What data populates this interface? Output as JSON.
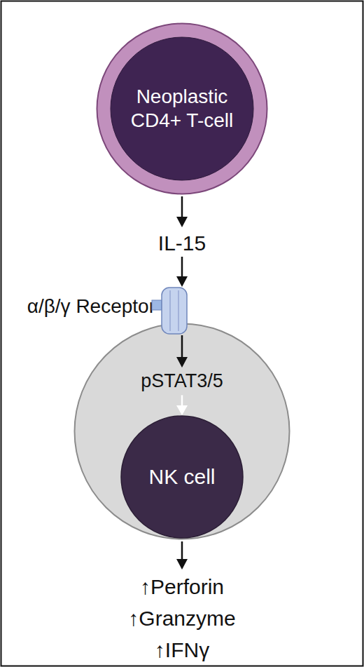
{
  "diagram": {
    "nodes": [
      {
        "text": [
          "Neoplastic CD4+ T-cell"
        ]
      },
      {
        "text": [
          "pSTAT3/5"
        ]
      },
      {
        "text": [
          "NK cell"
        ],
        "in": 1
      }
    ],
    "edges": [
      {
        "from": 1,
        "to": 2,
        "arrow": "to"
      }
    ],
    "labels": [
      "IL-15",
      "α/β/γ Receptor",
      "↑Perforin",
      "↑Granzyme",
      "↑IFNγ"
    ]
  }
}
